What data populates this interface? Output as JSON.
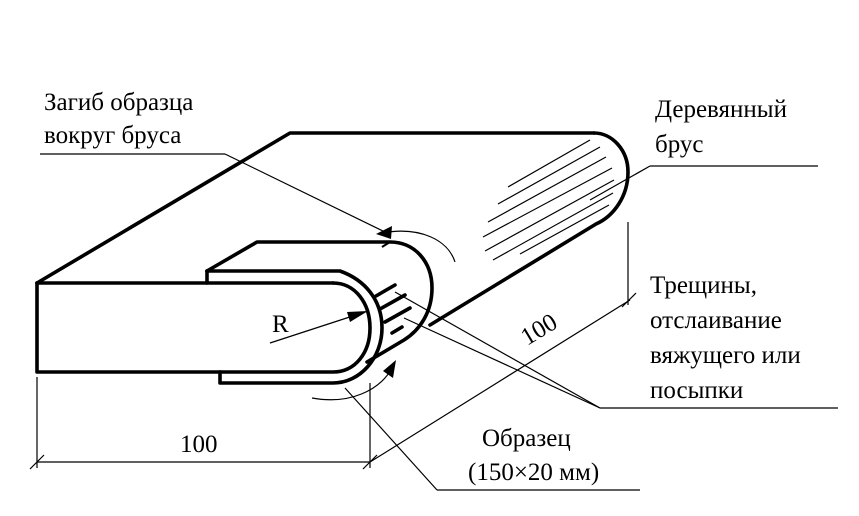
{
  "labels": {
    "bend_line1": "Загиб образца",
    "bend_line2": "вокруг бруса",
    "beam_line1": "Деревянный",
    "beam_line2": "брус",
    "cracks_line1": "Трещины,",
    "cracks_line2": "отслаивание",
    "cracks_line3": "вяжущего или",
    "cracks_line4": "посыпки",
    "sample_line1": "Образец",
    "sample_line2": "(150×20 мм)",
    "radius": "R",
    "dim_width": "100",
    "dim_length": "100"
  },
  "colors": {
    "line": "#000000",
    "background": "#ffffff"
  }
}
